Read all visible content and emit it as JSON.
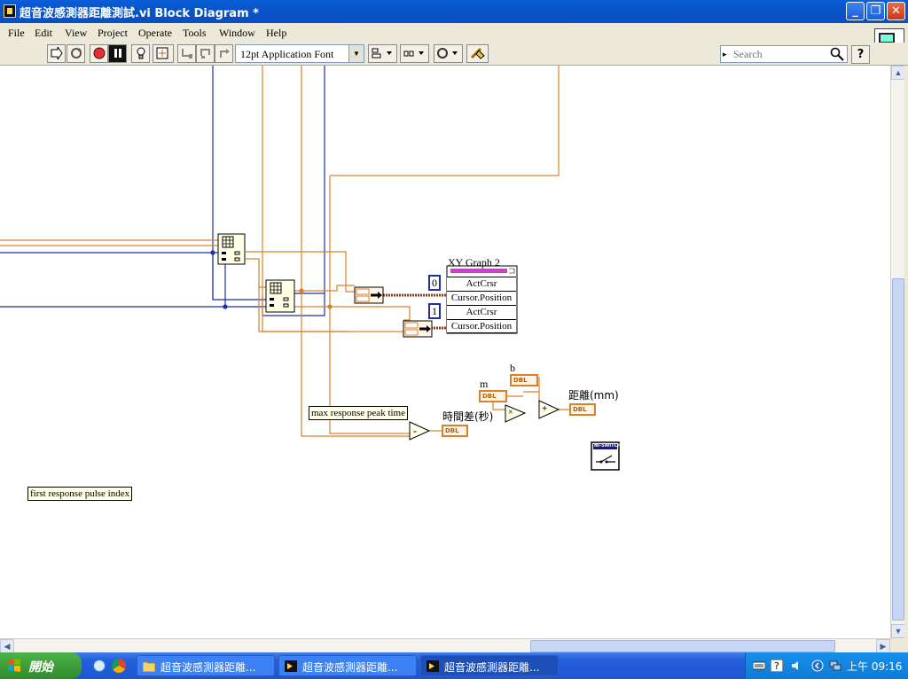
{
  "window": {
    "title": "超音波感測器距離測試.vi Block Diagram *",
    "minimize_glyph": "_",
    "maximize_glyph": "❐",
    "close_glyph": "✕"
  },
  "menu": [
    "File",
    "Edit",
    "View",
    "Project",
    "Operate",
    "Tools",
    "Window",
    "Help"
  ],
  "toolbar": {
    "font_select": "12pt Application Font",
    "search_placeholder": "Search",
    "help_glyph": "?",
    "icons": [
      "run-arrow-icon",
      "run-continuous-icon",
      "abort-icon",
      "pause-icon",
      "highlight-execution-icon",
      "retain-wire-values-icon",
      "step-into-icon",
      "step-over-icon",
      "step-out-icon",
      "align-objects-icon",
      "distribute-objects-icon",
      "reorder-icon",
      "clean-up-diagram-icon"
    ]
  },
  "diagram": {
    "graph_name": "XY Graph 2",
    "prop_rows": [
      "ActCrsr",
      "Cursor.Position",
      "ActCrsr",
      "Cursor.Position"
    ],
    "const_0": "0",
    "const_1": "1",
    "dbl": "DBL",
    "label_m": "m",
    "label_b": "b",
    "label_distance": "距離(mm)",
    "label_time_diff": "時間差(秒)",
    "label_max_peak": "max response peak time",
    "label_first_pulse": "first response pulse index",
    "op_subtract": "-",
    "op_multiply": "×",
    "op_add": "+",
    "ni_switch": "NI-SWITCH"
  },
  "taskbar": {
    "start_label": "開始",
    "tasks": [
      {
        "label": "超音波感測器距離...",
        "icon": "folder-icon",
        "active": false
      },
      {
        "label": "超音波感測器距離...",
        "icon": "labview-vi-icon",
        "active": false
      },
      {
        "label": "超音波感測器距離...",
        "icon": "labview-vi-icon",
        "active": true
      }
    ],
    "clock": "上午 09:16"
  },
  "colors": {
    "orange_wire": "#d9822b",
    "blue_wire": "#1f2ea8",
    "pink_bar": "#d23cd2"
  }
}
